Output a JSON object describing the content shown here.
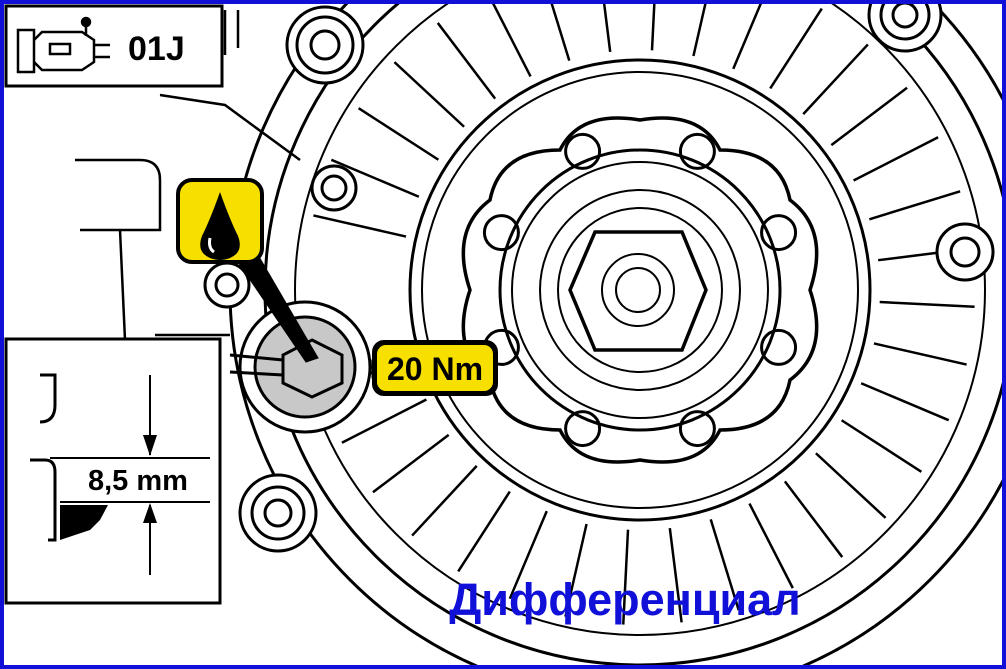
{
  "header_box": {
    "code": "01J",
    "icon": "gearbox-icon"
  },
  "callouts": {
    "oil_symbol": {
      "icon": "oil-drop-icon",
      "color": "#f7e000"
    },
    "torque": {
      "text": "20 Nm",
      "color": "#f7e000"
    }
  },
  "detail_inset": {
    "dimension": "8,5 mm"
  },
  "caption": {
    "text": "Дифференциал",
    "color": "#1010d8"
  },
  "colors": {
    "frame": "#1010d8",
    "highlight": "#f7e000",
    "plug_fill": "#c8c8c8"
  }
}
